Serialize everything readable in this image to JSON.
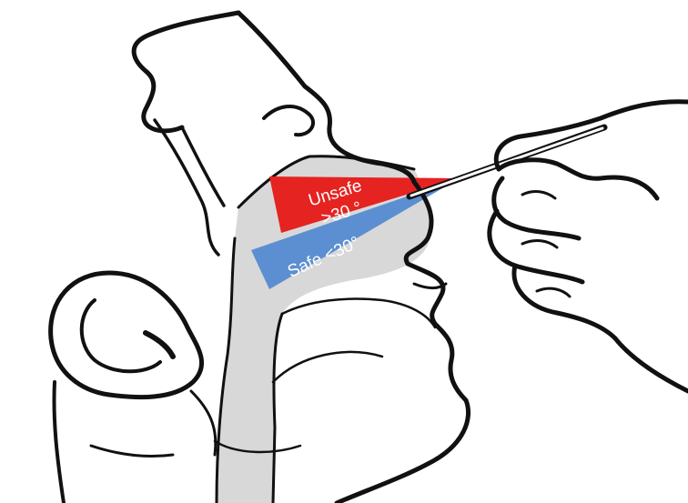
{
  "labels": {
    "unsafe": "Unsafe",
    "unsafe_angle": ">30 °",
    "safe": "Safe <30°"
  },
  "colors": {
    "unsafe_zone": "#e52321",
    "safe_zone": "#5b8fd1",
    "cavity_fill": "#d8d8d8",
    "ink": "#111111",
    "label_text": "#ffffff"
  },
  "icons": {
    "head_profile": "head-profile-illustration",
    "hand": "hand-holding-swab-illustration",
    "swab": "nasal-swab-illustration"
  }
}
